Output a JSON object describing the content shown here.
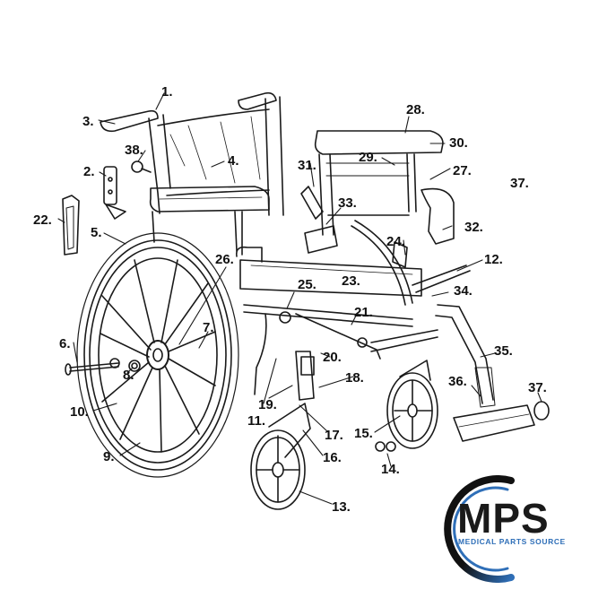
{
  "callouts": {
    "c1": "1.",
    "c2": "2.",
    "c3": "3.",
    "c4": "4.",
    "c5": "5.",
    "c6": "6.",
    "c7": "7.",
    "c8": "8.",
    "c9": "9.",
    "c10": "10.",
    "c11": "11.",
    "c12": "12.",
    "c13": "13.",
    "c14": "14.",
    "c15": "15.",
    "c16": "16.",
    "c17": "17.",
    "c18": "18.",
    "c19": "19.",
    "c20": "20.",
    "c21": "21.",
    "c22": "22.",
    "c23": "23.",
    "c24": "24.",
    "c25": "25.",
    "c26": "26.",
    "c27": "27.",
    "c28": "28.",
    "c29": "29.",
    "c30": "30.",
    "c31": "31.",
    "c32": "32.",
    "c33": "33.",
    "c34": "34.",
    "c35": "35.",
    "c36": "36.",
    "c37a": "37.",
    "c37b": "37.",
    "c38": "38."
  },
  "logo": {
    "wordmark": "MPS",
    "tagline": "MEDICAL PARTS SOURCE",
    "colors": {
      "text": "#1a1a1a",
      "accent": "#2f6fb8",
      "ring_dark": "#111111"
    }
  },
  "colors": {
    "line": "#1a1a1a",
    "background": "#ffffff"
  }
}
